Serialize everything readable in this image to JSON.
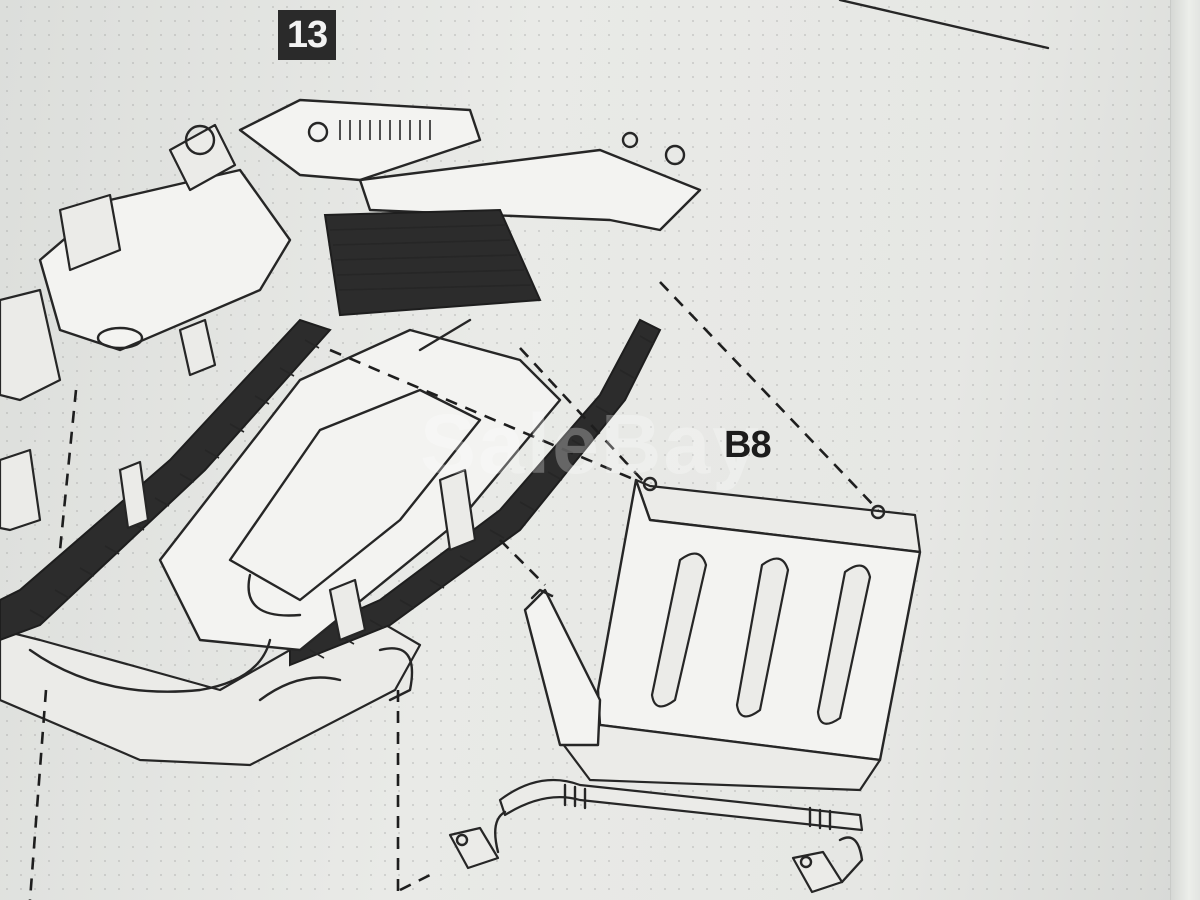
{
  "instruction": {
    "step_number": "13",
    "part_label": "B8"
  },
  "watermark": {
    "text": "SaleBay"
  },
  "icons": [
    "hull-assembly-drawing",
    "fender-plate-b8-drawing"
  ]
}
